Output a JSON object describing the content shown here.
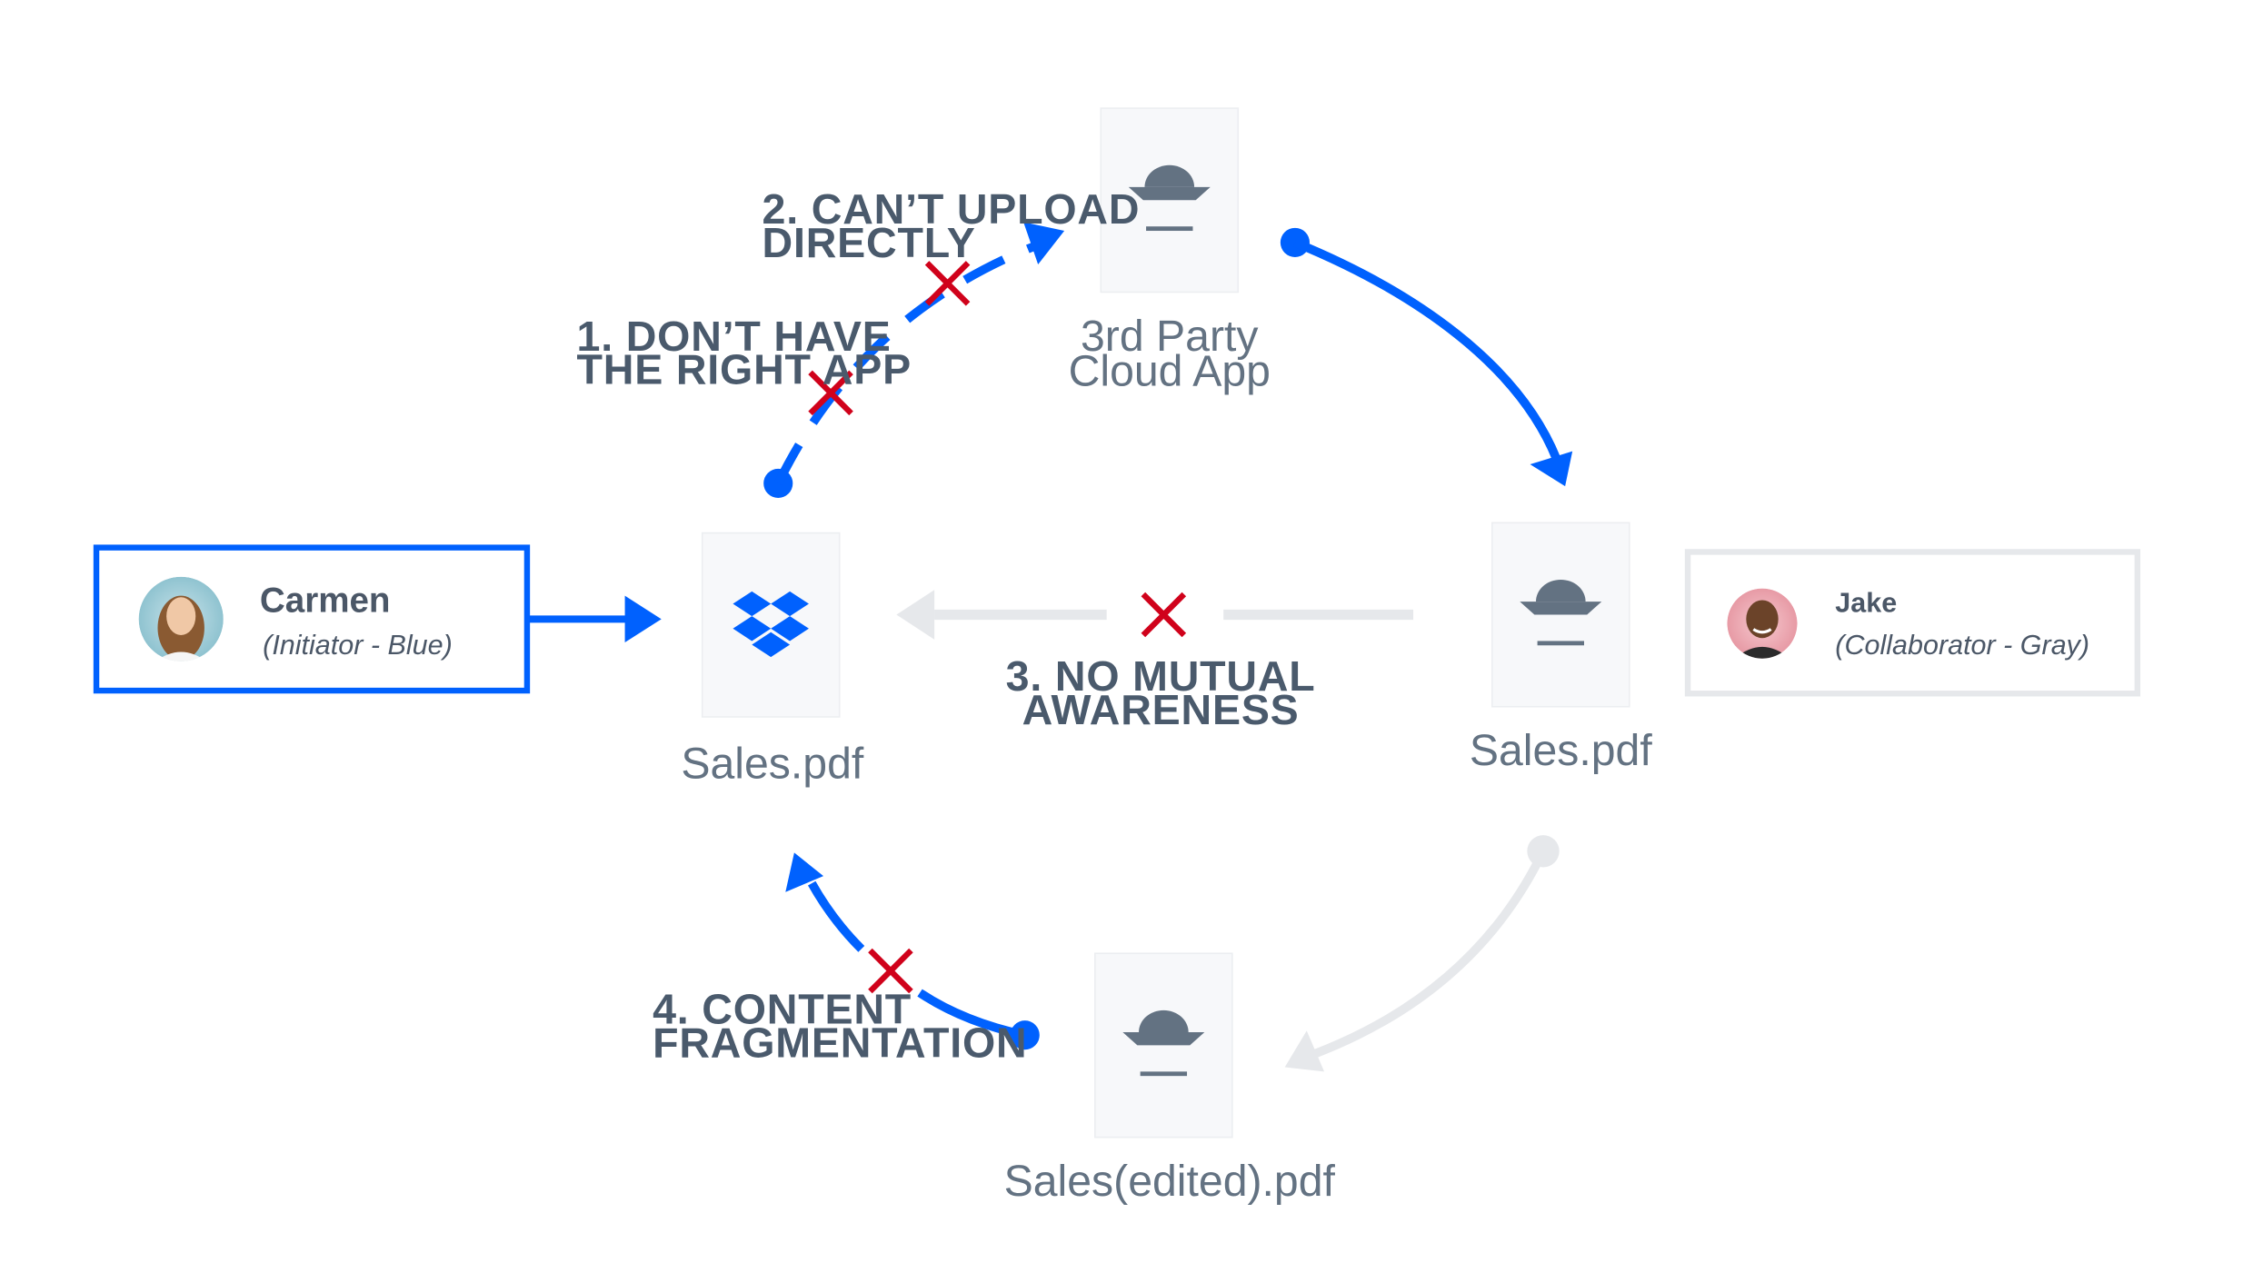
{
  "colors": {
    "blue": "#0061fe",
    "gray_line": "#e6e8eb",
    "red_x": "#d0021b",
    "card_bg": "#f7f8fa",
    "icon_gray": "#637282",
    "text": "#4b5767"
  },
  "people": {
    "initiator": {
      "name": "Carmen",
      "role": "(Initiator - Blue)"
    },
    "collaborator": {
      "name": "Jake",
      "role": "(Collaborator - Gray)"
    }
  },
  "files": {
    "dropbox": {
      "label": "Sales.pdf",
      "icon": "dropbox-icon"
    },
    "third_party": {
      "label_line1": "3rd Party",
      "label_line2": "Cloud App",
      "icon": "cloud-app-icon"
    },
    "jake_file": {
      "label": "Sales.pdf",
      "icon": "cloud-app-icon"
    },
    "edited": {
      "label": "Sales(edited).pdf",
      "icon": "cloud-app-icon"
    }
  },
  "steps": {
    "step1": {
      "line1": "1. DON’T HAVE",
      "line2": "THE RIGHT APP"
    },
    "step2": {
      "line1": "2. CAN’T UPLOAD",
      "line2": "DIRECTLY"
    },
    "step3": {
      "line1": "3. NO MUTUAL",
      "line2": "AWARENESS"
    },
    "step4": {
      "line1": "4. CONTENT",
      "line2": "FRAGMENTATION"
    }
  }
}
